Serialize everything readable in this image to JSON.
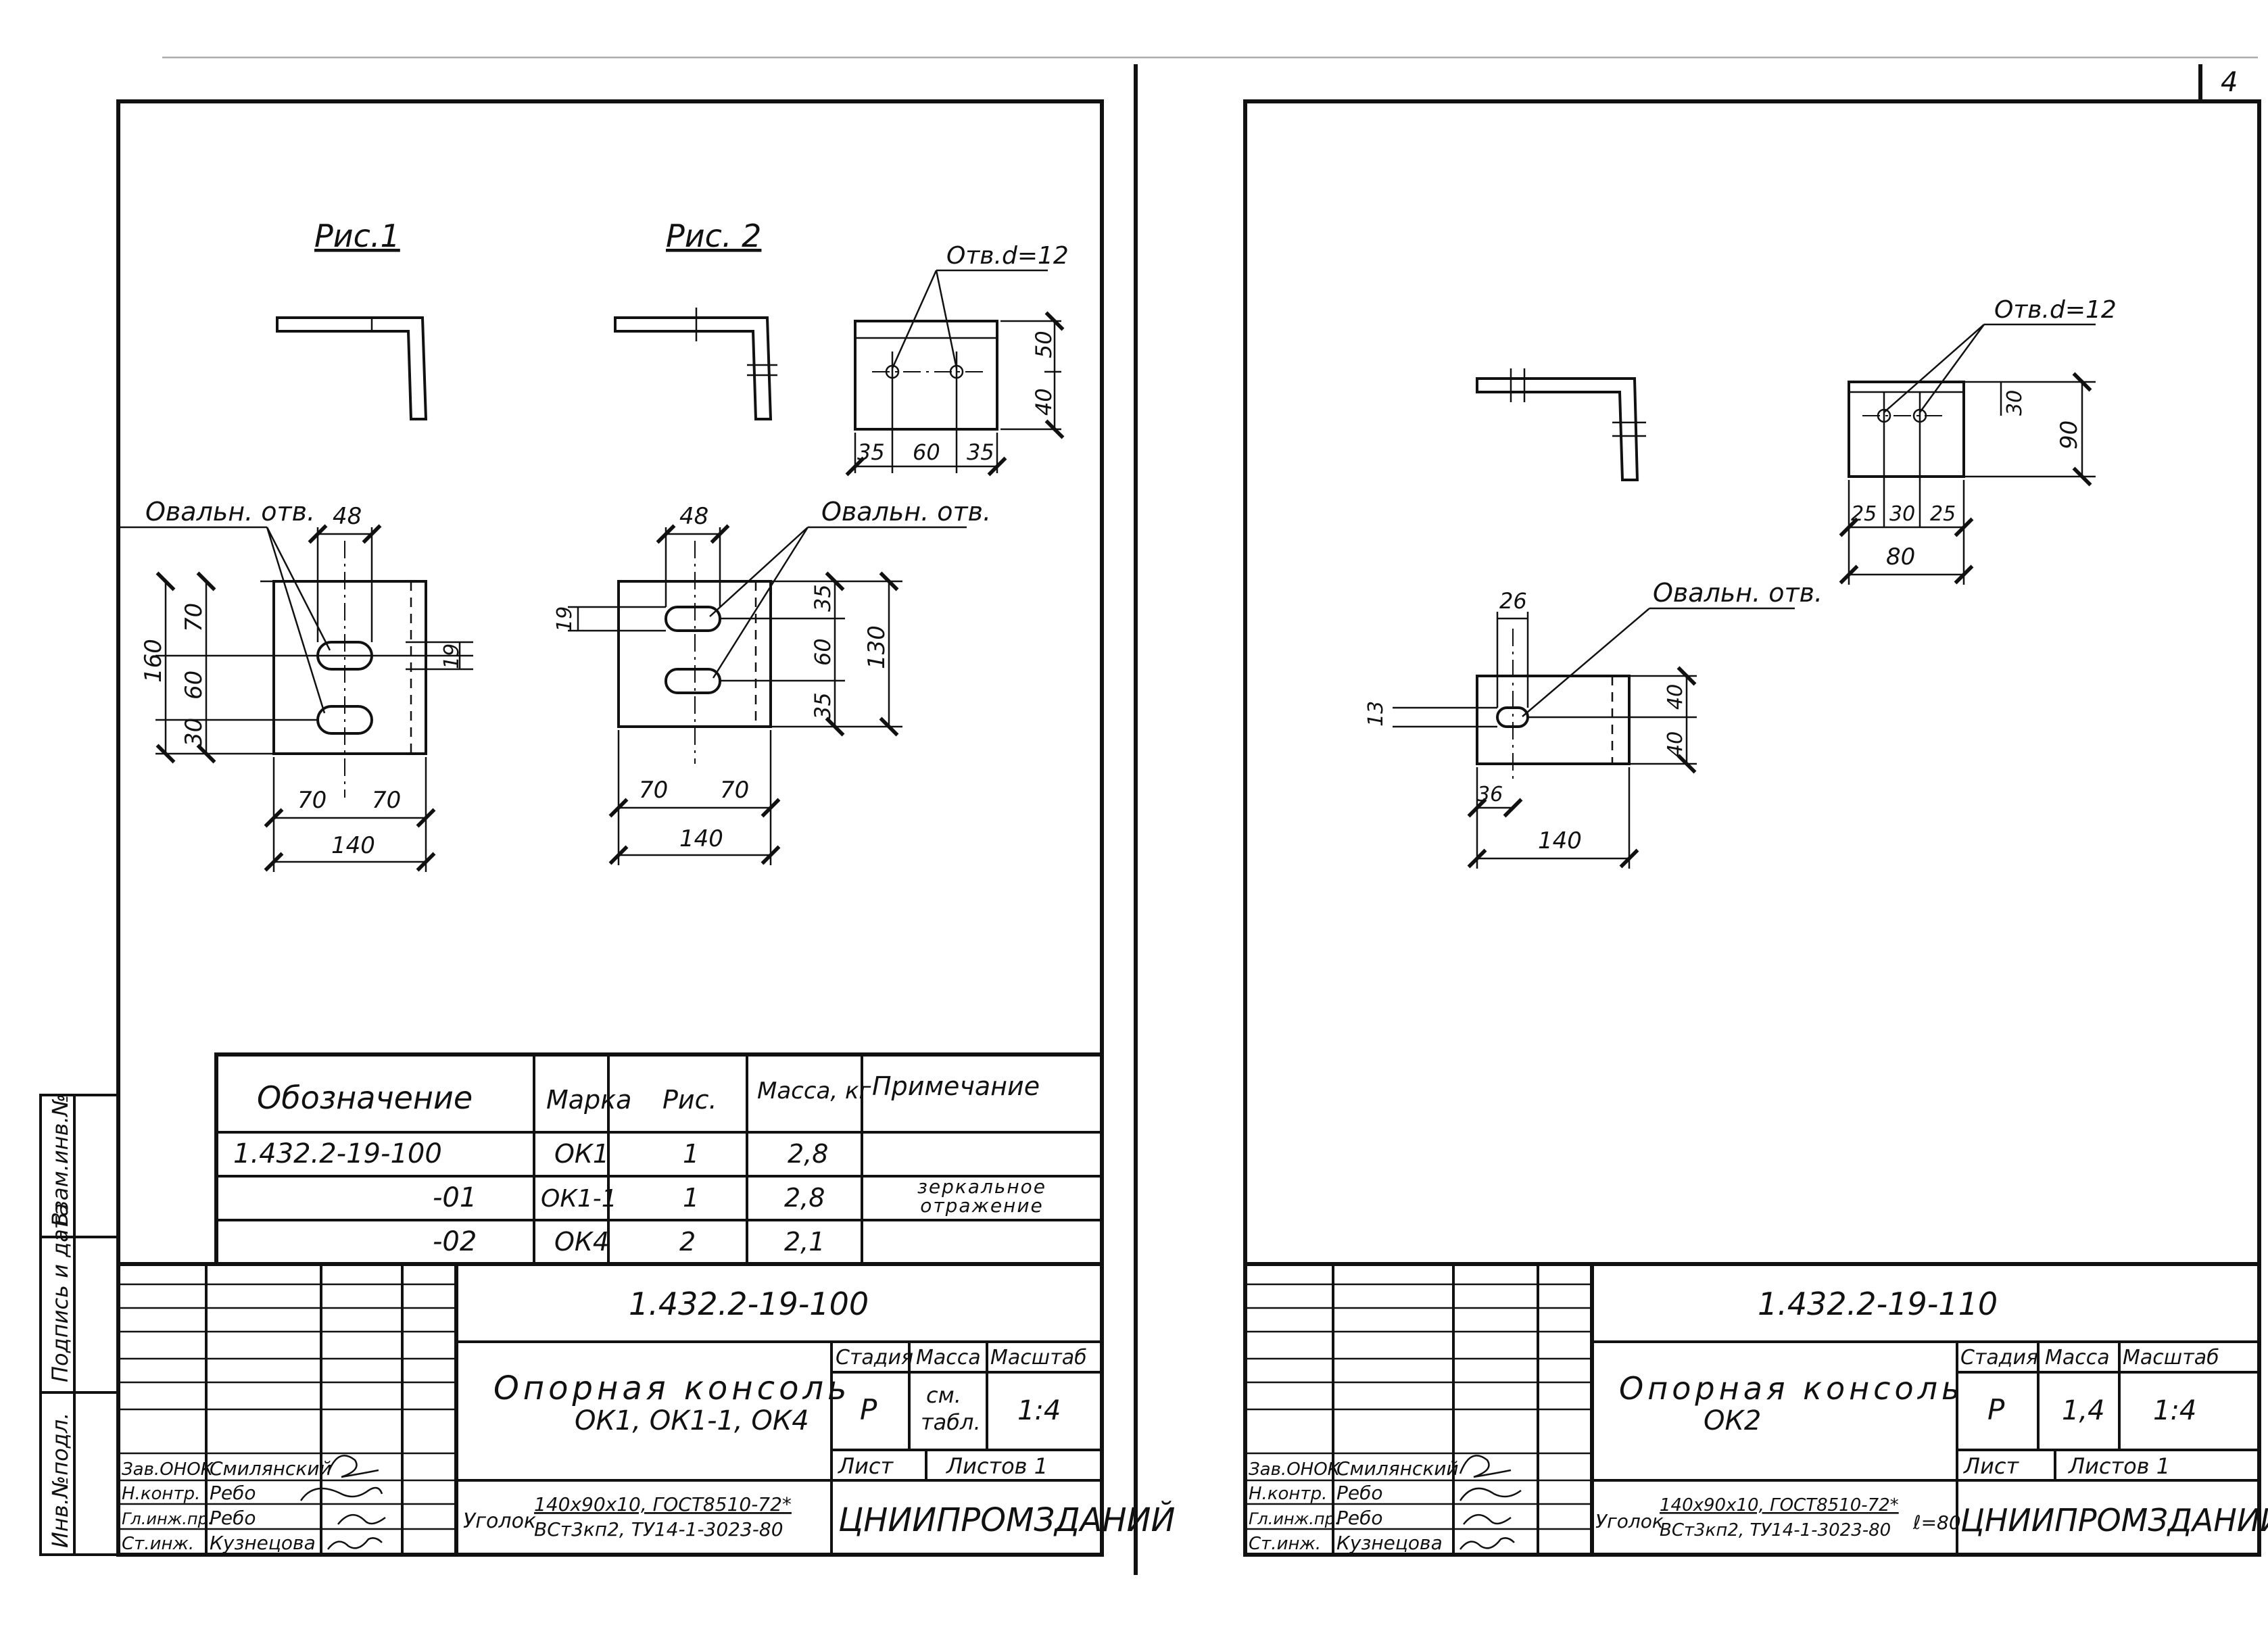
{
  "sheet_left": {
    "fig1_label": "Рис.1",
    "fig2_label": "Рис. 2",
    "hole_note": "Отв.d=12",
    "oval_note_1": "Овальн. отв.",
    "oval_note_2": "Овальн. отв.",
    "fig1_dims": {
      "top": "48",
      "h_total": "160",
      "h_70": "70",
      "h_60": "60",
      "h_30": "30",
      "slot": "19",
      "w_70a": "70",
      "w_70b": "70",
      "w_total": "140"
    },
    "fig2_dims": {
      "top": "48",
      "slot": "19",
      "v_35a": "35",
      "v_60": "60",
      "v_35b": "35",
      "v_total": "130",
      "w_70a": "70",
      "w_70b": "70",
      "w_total": "140"
    },
    "small_dims": {
      "v_50": "50",
      "v_40": "40",
      "h_35a": "35",
      "h_60": "60",
      "h_35b": "35"
    },
    "spec_table": {
      "headers": [
        "Обозначение",
        "Марка",
        "Рис.",
        "Масса, кг",
        "Примечание"
      ],
      "rows": [
        [
          "1.432.2-19-100",
          "ОК1",
          "1",
          "2,8",
          ""
        ],
        [
          "-01",
          "ОК1-1",
          "1",
          "2,8",
          "зеркальное отражение"
        ],
        [
          "-02",
          "ОК4",
          "2",
          "2,1",
          ""
        ]
      ]
    },
    "title_block": {
      "doc_code": "1.432.2-19-100",
      "title_line1": "Опорная консоль",
      "title_line2": "ОК1, ОК1-1, ОК4",
      "stage_label": "Стадия",
      "mass_label": "Масса",
      "scale_label": "Масштаб",
      "stage": "Р",
      "mass_line1": "см.",
      "mass_line2": "табл.",
      "scale": "1:4",
      "sheet_label": "Лист",
      "sheets_label": "Листов 1",
      "org": "ЦНИИПРОМЗДАНИЙ",
      "material_prefix": "Уголок",
      "material_top": "140x90x10, ГОСТ8510-72*",
      "material_bottom": "ВСт3кп2, ТУ14-1-3023-80",
      "roles": [
        "Зав.ОНОК",
        "Н.контр.",
        "Гл.инж.пр.",
        "Ст.инж."
      ],
      "names": [
        "Смилянский",
        "Ребо",
        "Ребо",
        "Кузнецова"
      ]
    }
  },
  "sheet_right": {
    "hole_note": "Отв.d=12",
    "oval_note": "Овальн. отв.",
    "top_dims": {
      "v_30": "30",
      "v_90": "90",
      "h_25a": "25",
      "h_30": "30",
      "h_25b": "25",
      "h_total": "80"
    },
    "plate_dims": {
      "top": "26",
      "slot": "13",
      "v_40a": "40",
      "v_40b": "40",
      "w_36": "36",
      "w_total": "140"
    },
    "title_block": {
      "doc_code": "1.432.2-19-110",
      "title_line1": "Опорная консоль",
      "title_line2": "ОК2",
      "stage_label": "Стадия",
      "mass_label": "Масса",
      "scale_label": "Масштаб",
      "stage": "Р",
      "mass": "1,4",
      "scale": "1:4",
      "sheet_label": "Лист",
      "sheets_label": "Листов 1",
      "org": "ЦНИИПРОМЗДАНИЙ",
      "material_prefix": "Уголок",
      "material_top": "140x90x10, ГОСТ8510-72*",
      "material_bottom": "ВСт3кп2, ТУ14-1-3023-80",
      "material_suffix": "ℓ=80",
      "roles": [
        "Зав.ОНОК",
        "Н.контр.",
        "Гл.инж.пр.",
        "Ст.инж."
      ],
      "names": [
        "Смилянский",
        "Ребо",
        "Ребо",
        "Кузнецова"
      ]
    }
  },
  "side_stamp": [
    "Инв.№подл.",
    "Подпись и дата",
    "Взам.инв.№"
  ]
}
